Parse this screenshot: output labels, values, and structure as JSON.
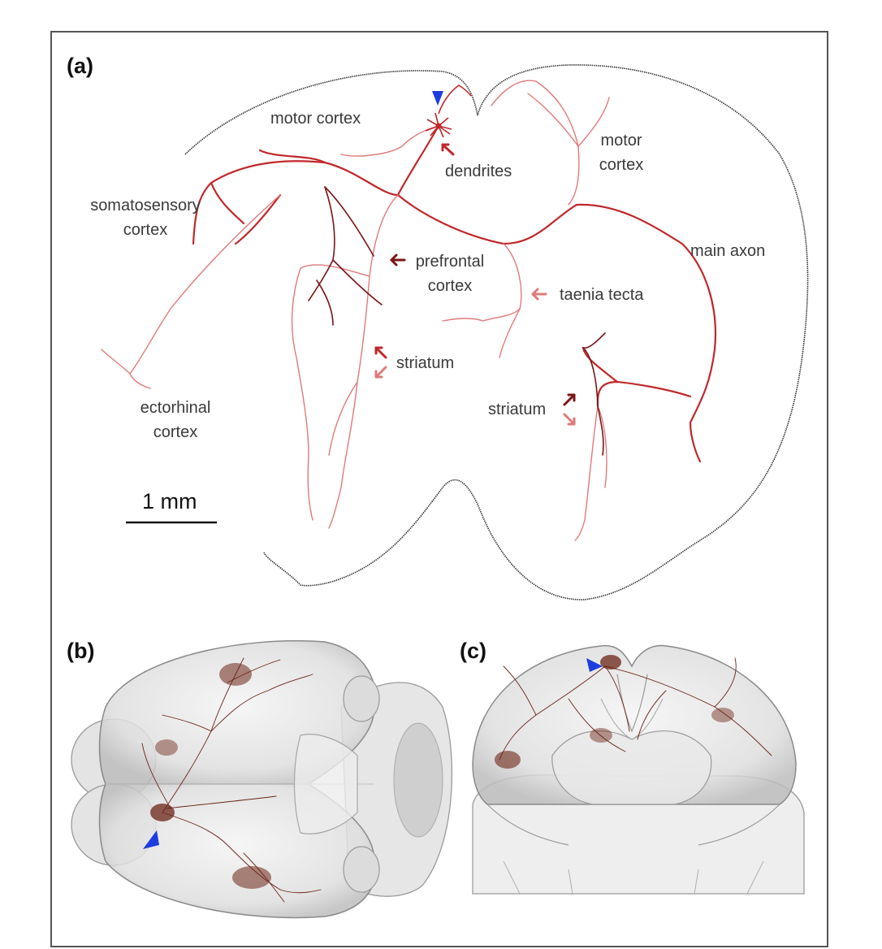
{
  "panels": {
    "a": "(a)",
    "b": "(b)",
    "c": "(c)"
  },
  "regions": {
    "motor_cortex_left": "motor cortex",
    "motor_cortex_right_1": "motor",
    "motor_cortex_right_2": "cortex",
    "dendrites": "dendrites",
    "somatosensory_1": "somatosensory",
    "somatosensory_2": "cortex",
    "prefrontal_1": "prefrontal",
    "prefrontal_2": "cortex",
    "taenia_tecta": "taenia tecta",
    "main_axon": "main axon",
    "striatum_left": "striatum",
    "striatum_right": "striatum",
    "ectorhinal_1": "ectorhinal",
    "ectorhinal_2": "cortex"
  },
  "scale_bar": {
    "label": "1 mm"
  },
  "colors": {
    "axon_main": "#c0282b",
    "axon_light": "#e07a7a",
    "axon_dark": "#7a1518",
    "arrow_blue": "#1e3de0",
    "outline": "#333333",
    "neuron_3d": "#6b2415"
  }
}
